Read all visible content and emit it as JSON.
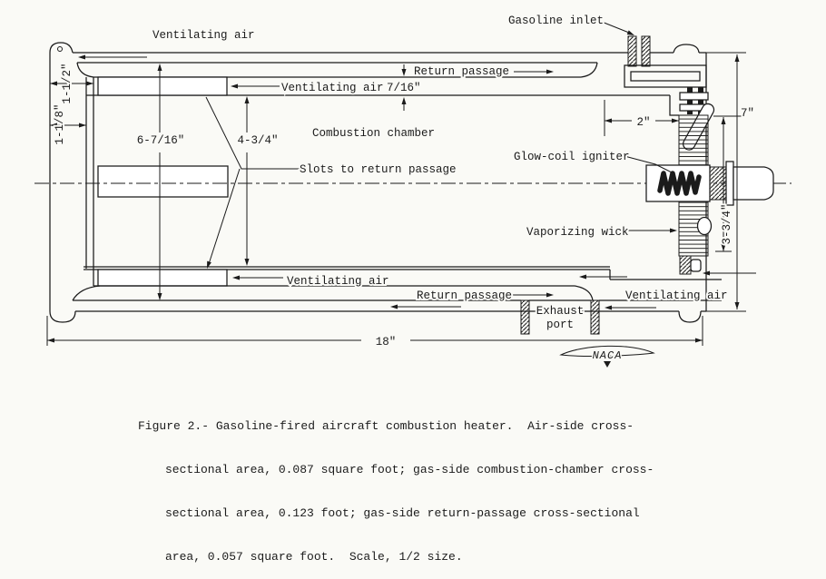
{
  "figure": {
    "labels": {
      "ventilating_air_top": "Ventilating air",
      "gasoline_inlet": "Gasoline inlet",
      "return_passage_top": "Return passage",
      "ventilating_air_upper": "Ventilating air",
      "combustion_chamber": "Combustion chamber",
      "slots_to_return_passage": "Slots to return passage",
      "glow_coil_igniter": "Glow-coil igniter",
      "vaporizing_wick": "Vaporizing wick",
      "ventilating_air_lower": "Ventilating air",
      "return_passage_bottom": "Return passage",
      "exhaust_port_line1": "Exhaust",
      "exhaust_port_line2": "port",
      "ventilating_air_bottom_right": "Ventilating air",
      "naca_logo": "NACA"
    },
    "dimensions": {
      "overall_length": "18\"",
      "overall_height": "7\"",
      "wick_offset": "2\"",
      "shell_height": "6-7/16\"",
      "chamber_height": "4-3/4\"",
      "wick_height": "3-3/4\"",
      "left_step_upper": "1-1/2\"",
      "left_step_lower": "1-1/8\"",
      "vent_passage_height": "7/16\""
    }
  },
  "caption": {
    "line1": "Figure 2.- Gasoline-fired aircraft combustion heater.  Air-side cross-",
    "line2": "sectional area, 0.087 square foot; gas-side combustion-chamber cross-",
    "line3": "sectional area, 0.123 foot; gas-side return-passage cross-sectional",
    "line4": "area, 0.057 square foot.  Scale, 1/2 size."
  }
}
